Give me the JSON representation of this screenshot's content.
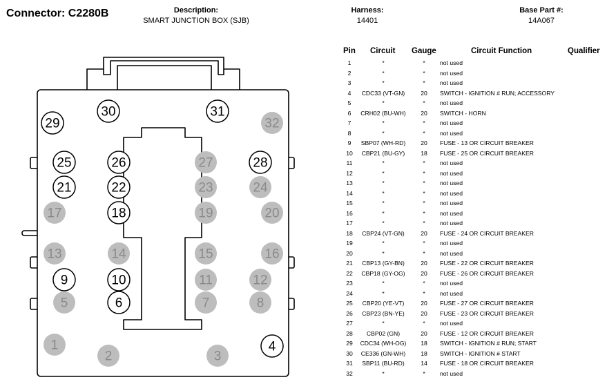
{
  "header": {
    "connector_label": "Connector:",
    "connector_id": "C2280B",
    "description_label": "Description:",
    "description_value": "SMART JUNCTION BOX (SJB)",
    "harness_label": "Harness:",
    "harness_value": "14401",
    "base_part_label": "Base Part #:",
    "base_part_value": "14A067"
  },
  "colors": {
    "used_pin_fill": "#ffffff",
    "unused_pin_fill": "#bdbdbd",
    "outline": "#000000",
    "unused_pin_text": "#8a8a8a"
  },
  "connector_pins": [
    {
      "id": "29",
      "used": true
    },
    {
      "id": "30",
      "used": true
    },
    {
      "id": "31",
      "used": true
    },
    {
      "id": "32",
      "used": false
    },
    {
      "id": "25",
      "used": true
    },
    {
      "id": "26",
      "used": true
    },
    {
      "id": "27",
      "used": false
    },
    {
      "id": "28",
      "used": true
    },
    {
      "id": "21",
      "used": true
    },
    {
      "id": "22",
      "used": true
    },
    {
      "id": "23",
      "used": false
    },
    {
      "id": "24",
      "used": false
    },
    {
      "id": "17",
      "used": false
    },
    {
      "id": "18",
      "used": true
    },
    {
      "id": "19",
      "used": false
    },
    {
      "id": "20",
      "used": false
    },
    {
      "id": "13",
      "used": false
    },
    {
      "id": "14",
      "used": false
    },
    {
      "id": "15",
      "used": false
    },
    {
      "id": "16",
      "used": false
    },
    {
      "id": "9",
      "used": true
    },
    {
      "id": "10",
      "used": true
    },
    {
      "id": "11",
      "used": false
    },
    {
      "id": "12",
      "used": false
    },
    {
      "id": "5",
      "used": false
    },
    {
      "id": "6",
      "used": true
    },
    {
      "id": "7",
      "used": false
    },
    {
      "id": "8",
      "used": false
    },
    {
      "id": "1",
      "used": false
    },
    {
      "id": "2",
      "used": false
    },
    {
      "id": "3",
      "used": false
    },
    {
      "id": "4",
      "used": true
    }
  ],
  "table": {
    "headers": {
      "pin": "Pin",
      "circuit": "Circuit",
      "gauge": "Gauge",
      "function": "Circuit Function",
      "qualifier": "Qualifier"
    },
    "rows": [
      {
        "pin": "1",
        "circuit": "*",
        "gauge": "*",
        "function": "not used"
      },
      {
        "pin": "2",
        "circuit": "*",
        "gauge": "*",
        "function": "not used"
      },
      {
        "pin": "3",
        "circuit": "*",
        "gauge": "*",
        "function": "not used"
      },
      {
        "pin": "4",
        "circuit": "CDC33 (VT-GN)",
        "gauge": "20",
        "function": "SWITCH - IGNITION # RUN; ACCESSORY"
      },
      {
        "pin": "5",
        "circuit": "*",
        "gauge": "*",
        "function": "not used"
      },
      {
        "pin": "6",
        "circuit": "CRH02 (BU-WH)",
        "gauge": "20",
        "function": "SWITCH - HORN"
      },
      {
        "pin": "7",
        "circuit": "*",
        "gauge": "*",
        "function": "not used"
      },
      {
        "pin": "8",
        "circuit": "*",
        "gauge": "*",
        "function": "not used"
      },
      {
        "pin": "9",
        "circuit": "SBP07 (WH-RD)",
        "gauge": "20",
        "function": "FUSE - 13 OR CIRCUIT BREAKER"
      },
      {
        "pin": "10",
        "circuit": "CBP21 (BU-GY)",
        "gauge": "18",
        "function": "FUSE - 25 OR CIRCUIT BREAKER"
      },
      {
        "pin": "11",
        "circuit": "*",
        "gauge": "*",
        "function": "not used"
      },
      {
        "pin": "12",
        "circuit": "*",
        "gauge": "*",
        "function": "not used"
      },
      {
        "pin": "13",
        "circuit": "*",
        "gauge": "*",
        "function": "not used"
      },
      {
        "pin": "14",
        "circuit": "*",
        "gauge": "*",
        "function": "not used"
      },
      {
        "pin": "15",
        "circuit": "*",
        "gauge": "*",
        "function": "not used"
      },
      {
        "pin": "16",
        "circuit": "*",
        "gauge": "*",
        "function": "not used"
      },
      {
        "pin": "17",
        "circuit": "*",
        "gauge": "*",
        "function": "not used"
      },
      {
        "pin": "18",
        "circuit": "CBP24 (VT-GN)",
        "gauge": "20",
        "function": "FUSE - 24 OR CIRCUIT BREAKER"
      },
      {
        "pin": "19",
        "circuit": "*",
        "gauge": "*",
        "function": "not used"
      },
      {
        "pin": "20",
        "circuit": "*",
        "gauge": "*",
        "function": "not used"
      },
      {
        "pin": "21",
        "circuit": "CBP13 (GY-BN)",
        "gauge": "20",
        "function": "FUSE - 22 OR CIRCUIT BREAKER"
      },
      {
        "pin": "22",
        "circuit": "CBP18 (GY-OG)",
        "gauge": "20",
        "function": "FUSE - 26 OR CIRCUIT BREAKER"
      },
      {
        "pin": "23",
        "circuit": "*",
        "gauge": "*",
        "function": "not used"
      },
      {
        "pin": "24",
        "circuit": "*",
        "gauge": "*",
        "function": "not used"
      },
      {
        "pin": "25",
        "circuit": "CBP20 (YE-VT)",
        "gauge": "20",
        "function": "FUSE - 27 OR CIRCUIT BREAKER"
      },
      {
        "pin": "26",
        "circuit": "CBP23 (BN-YE)",
        "gauge": "20",
        "function": "FUSE - 23 OR CIRCUIT BREAKER"
      },
      {
        "pin": "27",
        "circuit": "*",
        "gauge": "*",
        "function": "not used"
      },
      {
        "pin": "28",
        "circuit": "CBP02 (GN)",
        "gauge": "20",
        "function": "FUSE - 12 OR CIRCUIT BREAKER"
      },
      {
        "pin": "29",
        "circuit": "CDC34 (WH-OG)",
        "gauge": "18",
        "function": "SWITCH - IGNITION # RUN; START"
      },
      {
        "pin": "30",
        "circuit": "CE336 (GN-WH)",
        "gauge": "18",
        "function": "SWITCH - IGNITION # START"
      },
      {
        "pin": "31",
        "circuit": "SBP11 (BU-RD)",
        "gauge": "14",
        "function": "FUSE - 18 OR CIRCUIT BREAKER"
      },
      {
        "pin": "32",
        "circuit": "*",
        "gauge": "*",
        "function": "not used"
      }
    ]
  }
}
